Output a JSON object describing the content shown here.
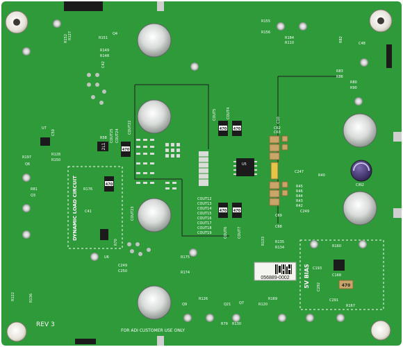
{
  "board": {
    "revision": "REV 3",
    "usage_note": "FOR ADI CUSTOMER USE ONLY",
    "serial_number": "056889-0002",
    "section_dynamic_load": "DYNAMIC LOAD CIRCUIT",
    "section_bias": "5V BIAS",
    "cap_markings": [
      "470",
      "470",
      "470",
      "470",
      "470",
      "470"
    ],
    "bias_cap_marking": "470",
    "resistor_marking": "2L1"
  },
  "refdes": {
    "r151": "R151",
    "q4": "Q4",
    "r149": "R149",
    "r148": "R148",
    "r127": "R127",
    "r152": "R152",
    "c42": "C42",
    "r155": "R155",
    "r156": "R156",
    "r184": "R184",
    "r110": "R110",
    "c48": "C48",
    "r82": "R82",
    "r83": "R83",
    "r86": "R86",
    "r80": "R80",
    "r90": "R90",
    "u7": "U7",
    "c50": "C50",
    "r128": "R128",
    "r150": "R150",
    "r197": "R197",
    "q6": "Q6",
    "r81": "R81",
    "q3": "Q3",
    "r58": "R58",
    "cout22": "COUT22",
    "cout25": "COUT25",
    "cout24": "COUT24",
    "cout5": "COUT5",
    "cout4": "COUT4",
    "c10": "C10",
    "c62": "C62",
    "c63": "C63",
    "u5": "U5",
    "c247": "C247",
    "r40": "R40",
    "cin2": "CIN2",
    "r176": "R176",
    "c41": "C41",
    "cout23": "COUT23",
    "cout12": "COUT12",
    "cout13": "COUT13",
    "cout14": "COUT14",
    "cout15": "COUT15",
    "cout16": "COUT16",
    "cout17": "COUT17",
    "cout18": "COUT18",
    "cout19": "COUT19",
    "cout6": "COUT6",
    "cout7": "COUT7",
    "r70": "R70",
    "u6": "U6",
    "c249": "C249",
    "c250": "C250",
    "r175": "R175",
    "r174": "R174",
    "r160": "R160",
    "r133": "R133",
    "c69": "C69",
    "c68": "C68",
    "c193": "C193",
    "c168": "C168",
    "c291": "C291",
    "c292": "C292",
    "r167": "R167",
    "r122": "R122",
    "r136": "R136",
    "r126": "R126",
    "q9": "Q9",
    "q21": "Q21",
    "q7": "Q7",
    "r79": "R79",
    "r130": "R130",
    "r169": "R169",
    "r120": "R120",
    "r45": "R45",
    "r46": "R46",
    "r44": "R44",
    "r43": "R43",
    "r42": "R42",
    "r135": "R135",
    "r134": "R134"
  },
  "colors": {
    "solder_mask": "#2e9a3a",
    "solder_mask_dark": "#237a2d",
    "silkscreen": "#ffffff",
    "pad_gold": "#c9a56a",
    "pad_silver": "#d9dcd8",
    "component_black": "#1b1b1b",
    "capacitor_yellow": "#e6c547",
    "capacitor_purple": "#4a3a78",
    "copper_trace": "#1e6e26"
  }
}
